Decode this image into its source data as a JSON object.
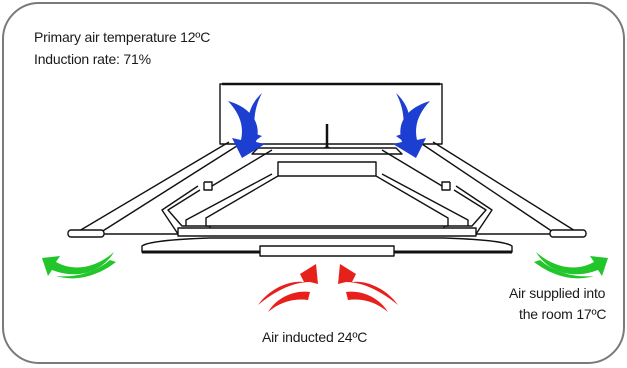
{
  "diagram": {
    "header": {
      "primary_air": "Primary air temperature 12ºC",
      "induction_rate": "Induction rate: 71%"
    },
    "inducted_air": "Air inducted 24ºC",
    "supplied_air": {
      "line1": "Air supplied into",
      "line2": "the room 17ºC"
    },
    "colors": {
      "primary_arrows": "#1c3fd1",
      "inducted_arrows": "#e8201c",
      "supplied_arrows": "#22c52a",
      "outline": "#111111",
      "frame": "#7a7a7a"
    }
  }
}
